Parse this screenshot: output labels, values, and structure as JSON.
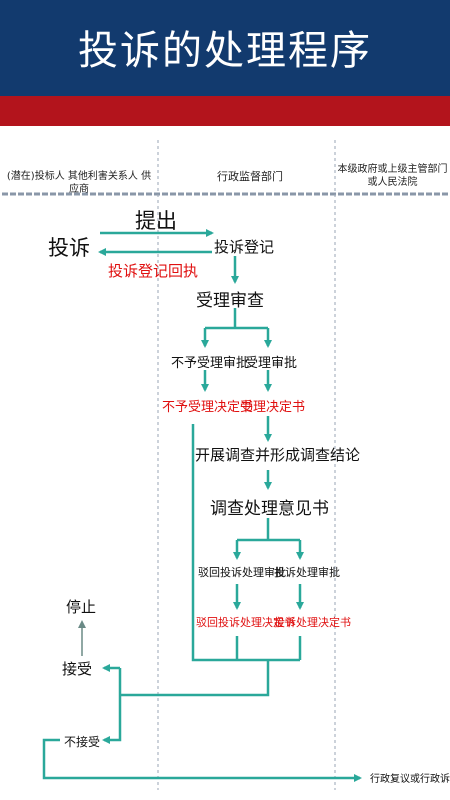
{
  "header": {
    "title": "投诉的处理程序"
  },
  "lanes": {
    "left": "(潜在)投标人 其他利害关系人 供应商",
    "middle": "行政监督部门",
    "right_line1": "本级政府或上级主管部门",
    "right_line2": "或人民法院"
  },
  "flow": {
    "submit": "提出",
    "complaint": "投诉",
    "register": "投诉登记",
    "receipt": "投诉登记回执",
    "acceptance_review": "受理审查",
    "reject_approval": "不予受理审批",
    "accept_approval": "受理审批",
    "reject_decision": "不予受理决定书",
    "accept_decision": "受理决定书",
    "investigate": "开展调查并形成调查结论",
    "opinion": "调查处理意见书",
    "dismiss_approval": "驳回投诉处理审批",
    "handle_approval": "投诉处理审批",
    "dismiss_decision": "驳回投诉处理决定书",
    "handle_decision": "投诉处理决定书",
    "stop": "停止",
    "accept": "接受",
    "not_accept": "不接受",
    "appeal": "行政复议或行政诉讼"
  },
  "colors": {
    "header": "#123a6e",
    "band": "#b3141c",
    "arrow": "#2aa89a",
    "highlight": "#e01010"
  }
}
